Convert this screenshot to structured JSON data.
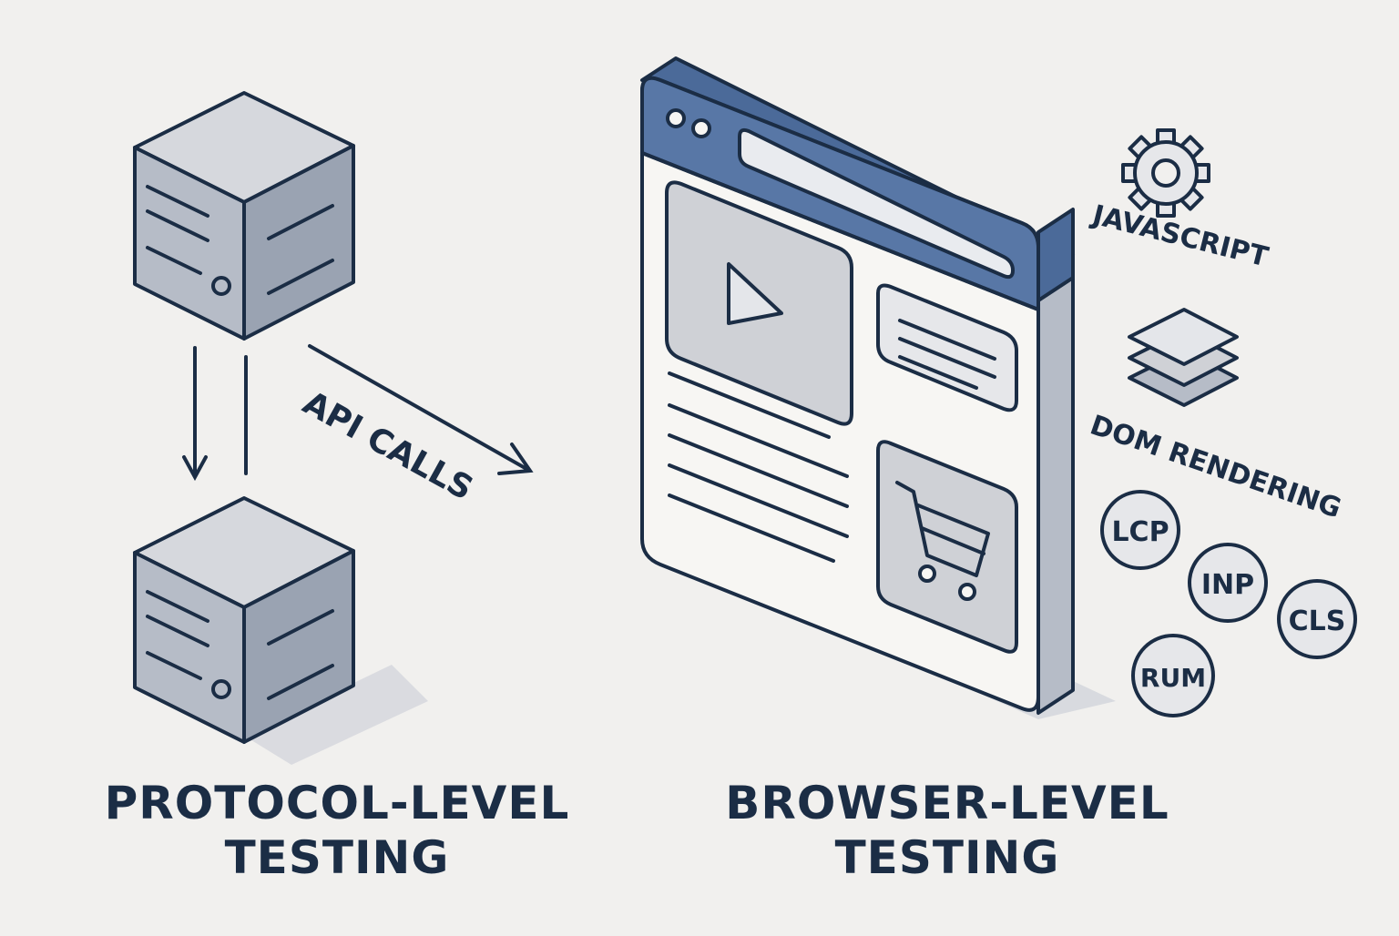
{
  "colors": {
    "ink": "#1b2d45",
    "box_top": "#d6d8dd",
    "box_front": "#b6bcc7",
    "box_side": "#9aa3b2",
    "browser_blue": "#5877a6",
    "panel_gray": "#cfd1d6",
    "page_bg": "#f1f0ee"
  },
  "protocol": {
    "api_label": "API CALLS",
    "caption_line1": "PROTOCOL-LEVEL",
    "caption_line2": "TESTING",
    "icons": [
      "server-cube-icon",
      "server-cube-icon",
      "arrow-down-icon",
      "arrow-right-icon"
    ]
  },
  "browser": {
    "caption_line1": "BROWSER-LEVEL",
    "caption_line2": "TESTING",
    "panels": [
      "play-icon",
      "text-lines-icon",
      "shopping-cart-icon"
    ]
  },
  "features": {
    "javascript_label": "JAVASCRIPT",
    "dom_label": "DOM RENDERING",
    "metrics": [
      "LCP",
      "INP",
      "CLS"
    ],
    "rum_label": "RUM",
    "icons": [
      "gear-icon",
      "layers-icon"
    ]
  }
}
